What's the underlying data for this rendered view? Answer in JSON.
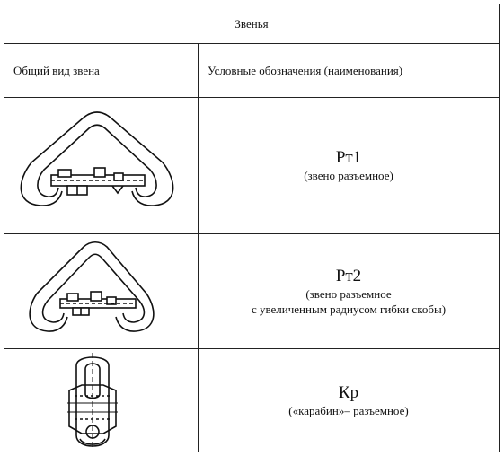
{
  "table": {
    "title": "Звенья",
    "col_left": "Общий вид звена",
    "col_right": "Условные обозначения (наименования)",
    "rows": [
      {
        "code": "Рт1",
        "name": "(звено разъемное)"
      },
      {
        "code": "Рт2",
        "name": "(звено разъемное\nс увеличенным радиусом гибки скобы)"
      },
      {
        "code": "Кр",
        "name": "(«карабин»– разъемное)"
      }
    ]
  }
}
